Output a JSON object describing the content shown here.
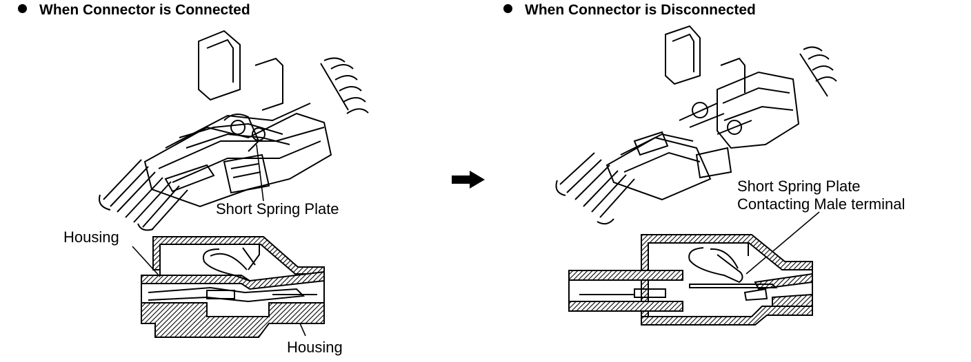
{
  "left_panel": {
    "title": "When Connector is Connected",
    "callouts": {
      "short_spring_plate": "Short Spring Plate",
      "housing_upper": "Housing",
      "housing_lower": "Housing"
    }
  },
  "right_panel": {
    "title": "When Connector is Disconnected",
    "callouts": {
      "line1": "Short Spring Plate",
      "line2": "Contacting Male terminal"
    }
  },
  "icons": {
    "arrow": "arrow-right-icon",
    "bullet": "bullet-icon"
  }
}
